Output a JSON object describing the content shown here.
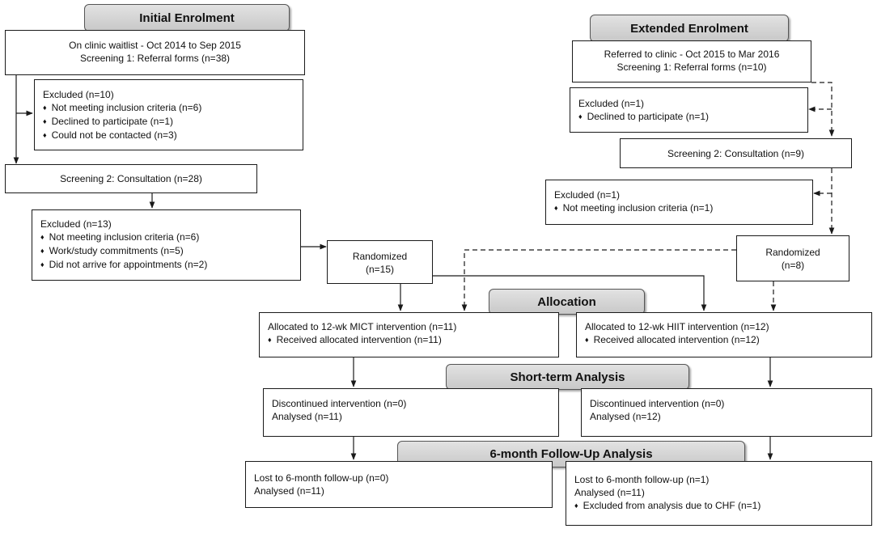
{
  "headers": {
    "initial": "Initial Enrolment",
    "extended": "Extended Enrolment",
    "allocation": "Allocation",
    "short_term": "Short-term Analysis",
    "follow_up": "6-month Follow-Up Analysis"
  },
  "initial": {
    "waitlist": {
      "line1": "On clinic waitlist - Oct 2014 to Sep 2015",
      "line2": "Screening 1: Referral forms (n=38)"
    },
    "excluded1": {
      "title": "Excluded (n=10)",
      "items": [
        "Not meeting inclusion criteria (n=6)",
        "Declined to participate (n=1)",
        "Could not be contacted (n=3)"
      ]
    },
    "screening2": "Screening 2: Consultation (n=28)",
    "excluded2": {
      "title": "Excluded (n=13)",
      "items": [
        "Not meeting inclusion criteria (n=6)",
        "Work/study commitments (n=5)",
        "Did not arrive for appointments (n=2)"
      ]
    },
    "randomized": {
      "line1": "Randomized",
      "line2": "(n=15)"
    }
  },
  "extended": {
    "referred": {
      "line1": "Referred to clinic - Oct 2015 to Mar 2016",
      "line2": "Screening 1: Referral forms (n=10)"
    },
    "excluded1": {
      "title": "Excluded (n=1)",
      "items": [
        "Declined to participate (n=1)"
      ]
    },
    "screening2": "Screening 2: Consultation (n=9)",
    "excluded2": {
      "title": "Excluded (n=1)",
      "items": [
        "Not meeting inclusion criteria (n=1)"
      ]
    },
    "randomized": {
      "line1": "Randomized",
      "line2": "(n=8)"
    }
  },
  "allocation": {
    "mict": {
      "title": "Allocated to 12-wk MICT intervention (n=11)",
      "items": [
        "Received allocated intervention (n=11)"
      ]
    },
    "hiit": {
      "title": "Allocated to 12-wk HIIT intervention (n=12)",
      "items": [
        "Received allocated intervention (n=12)"
      ]
    }
  },
  "short_term": {
    "mict": {
      "line1": "Discontinued intervention (n=0)",
      "line2": "Analysed (n=11)"
    },
    "hiit": {
      "line1": "Discontinued intervention (n=0)",
      "line2": "Analysed (n=12)"
    }
  },
  "follow_up": {
    "mict": {
      "line1": "Lost to 6-month follow-up (n=0)",
      "line2": "Analysed (n=11)"
    },
    "hiit": {
      "line1": "Lost to 6-month follow-up (n=1)",
      "line2": "Analysed (n=11)",
      "items": [
        "Excluded from analysis due to CHF (n=1)"
      ]
    }
  },
  "colors": {
    "line": "#1a1a1a",
    "header_fill": "#d4d4d4"
  }
}
